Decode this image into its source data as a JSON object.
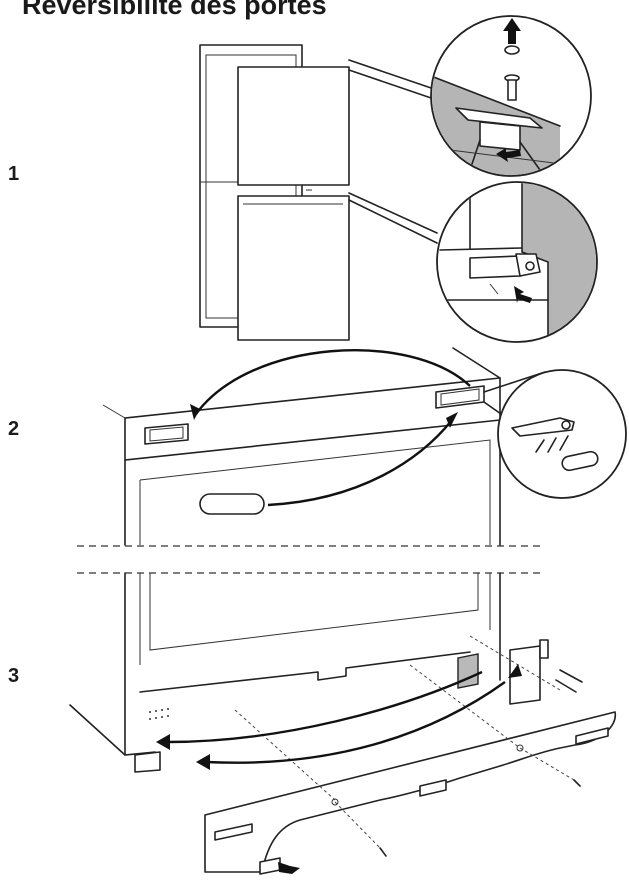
{
  "title": "Réversibilité des portes",
  "steps": [
    {
      "label": "1"
    },
    {
      "label": "2"
    },
    {
      "label": "3"
    }
  ]
}
